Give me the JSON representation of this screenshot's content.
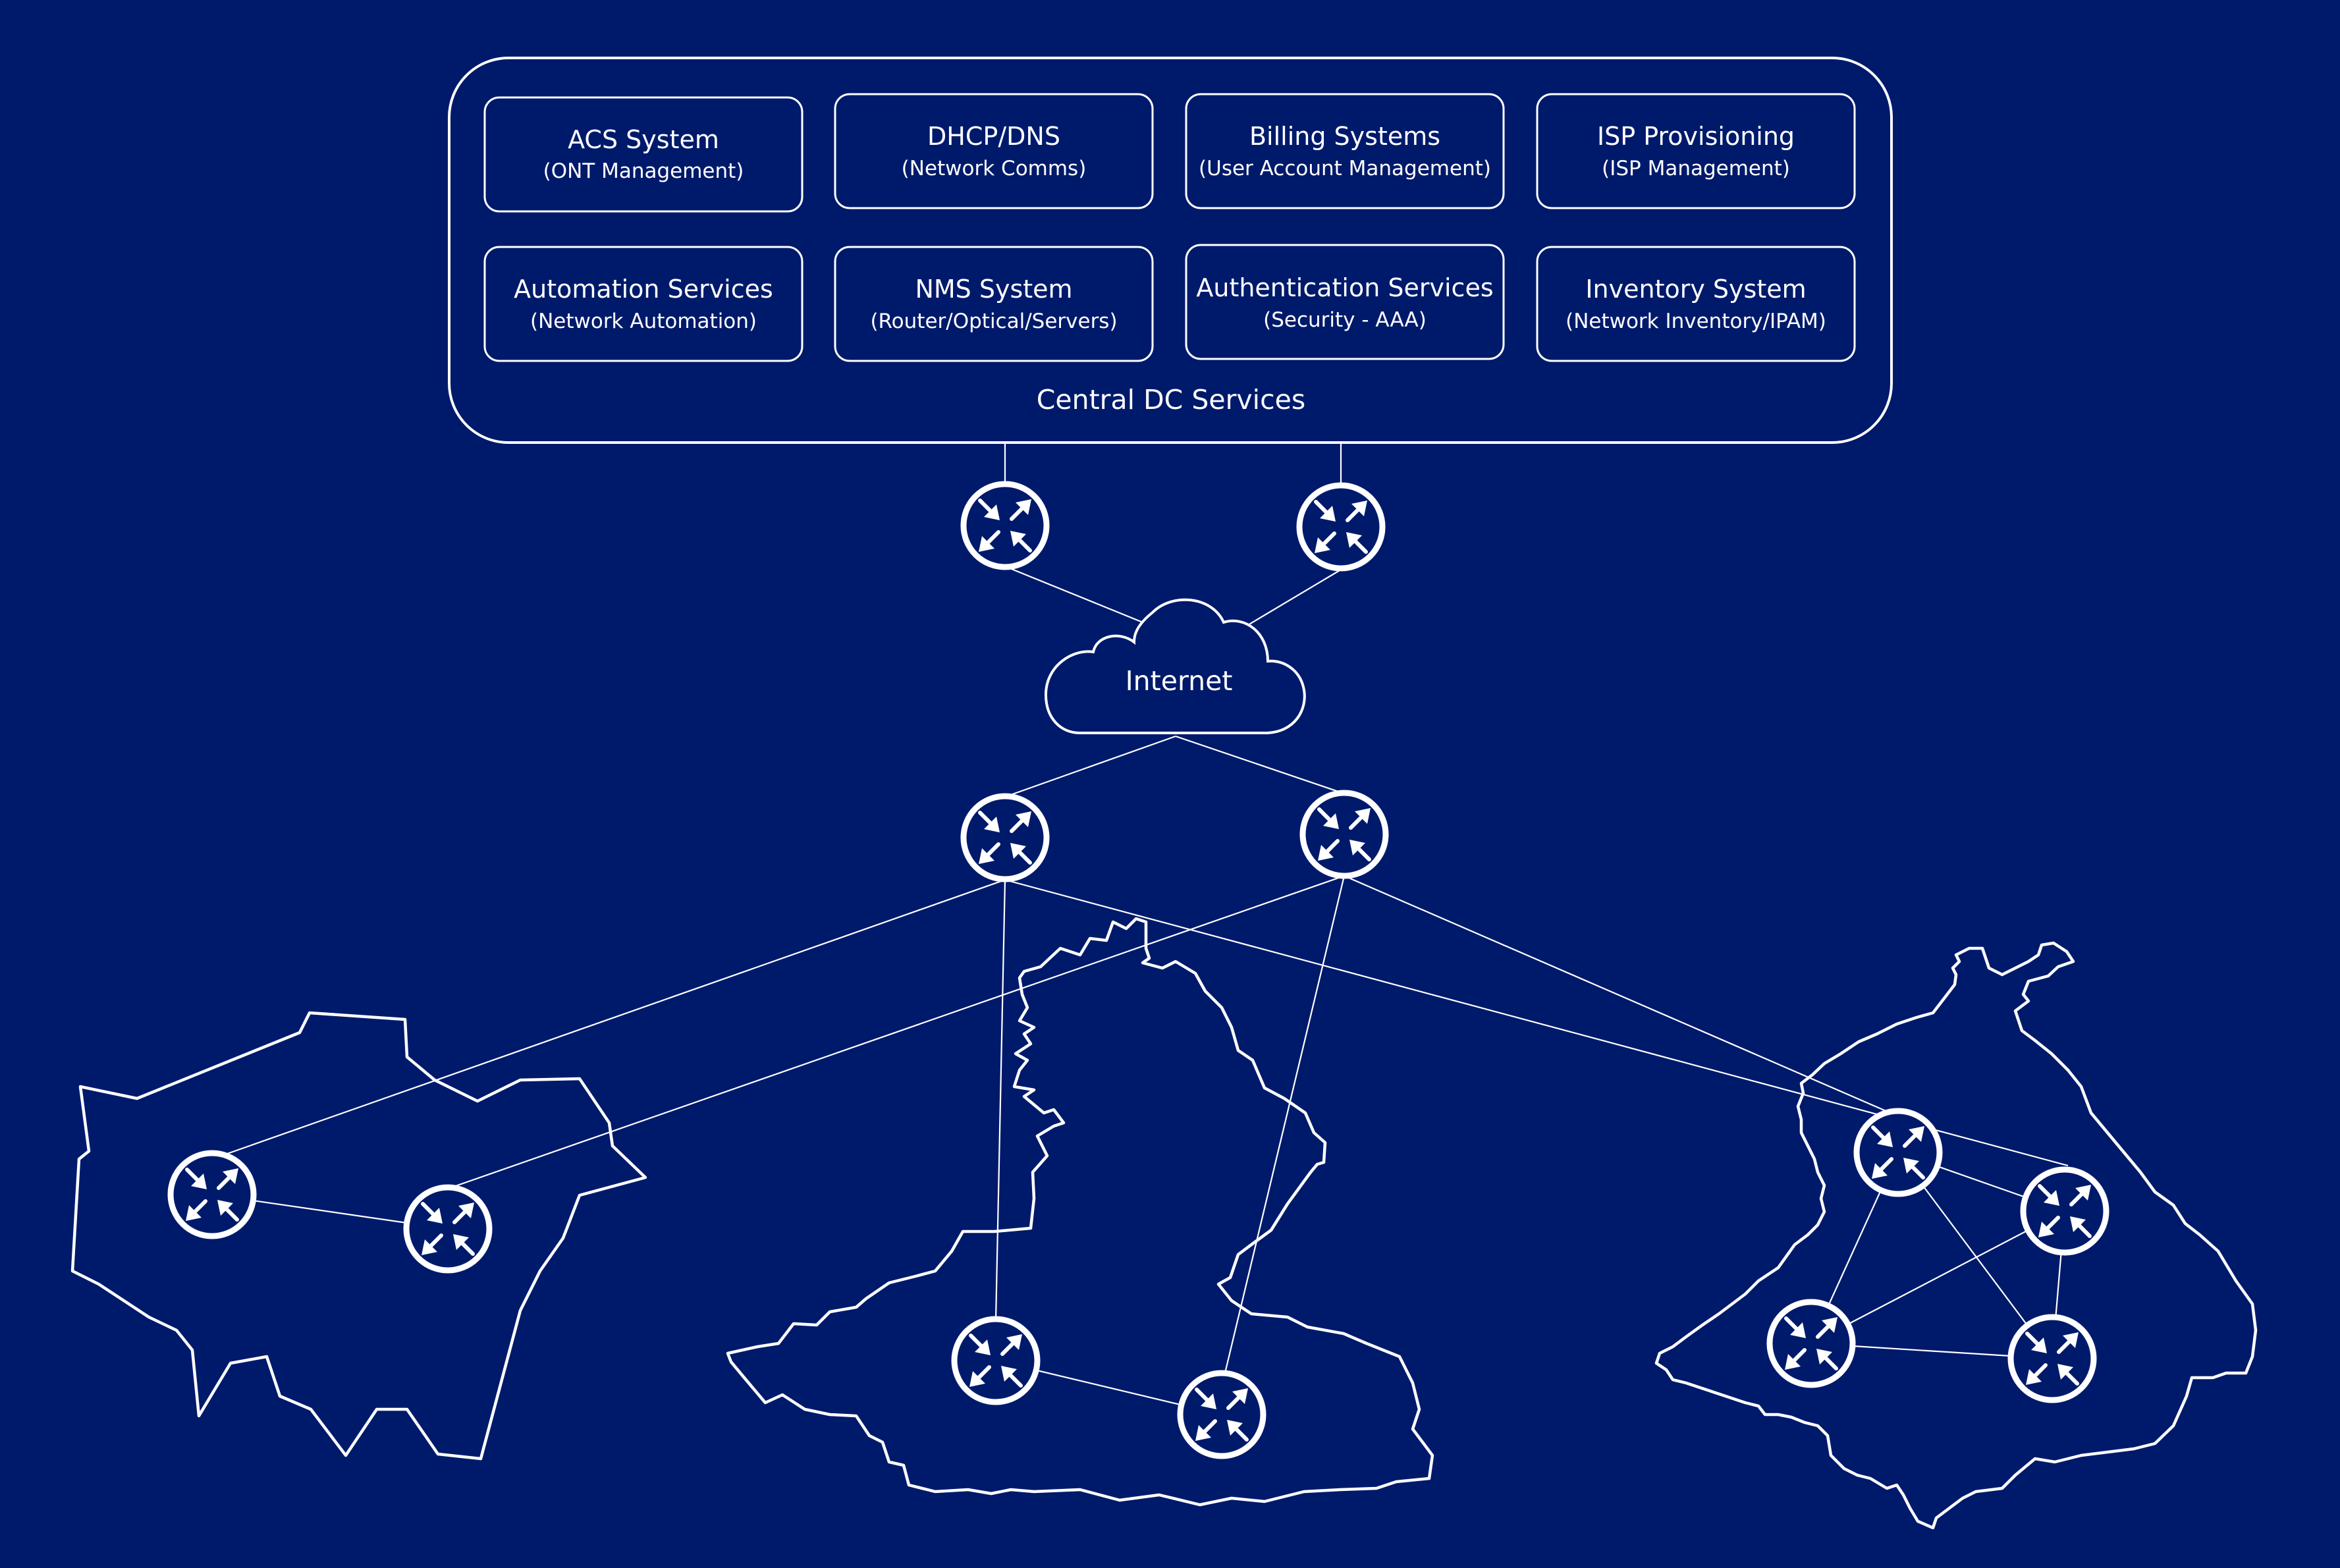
{
  "colors": {
    "background": "#001a6b",
    "foreground": "#ffffff"
  },
  "central_dc": {
    "label": "Central DC Services",
    "services": [
      {
        "title": "ACS System",
        "subtitle": "(ONT Management)"
      },
      {
        "title": "DHCP/DNS",
        "subtitle": "(Network Comms)"
      },
      {
        "title": "Billing Systems",
        "subtitle": "(User Account Management)"
      },
      {
        "title": "ISP Provisioning",
        "subtitle": "(ISP Management)"
      },
      {
        "title": "Automation Services",
        "subtitle": "(Network  Automation)"
      },
      {
        "title": "NMS System",
        "subtitle": "(Router/Optical/Servers)"
      },
      {
        "title": "Authentication Services",
        "subtitle": "(Security - AAA)"
      },
      {
        "title": "Inventory System",
        "subtitle": "(Network Inventory/IPAM)"
      }
    ]
  },
  "cloud": {
    "label": "Internet"
  },
  "icons": {
    "router": "router-icon",
    "cloud": "cloud-icon"
  }
}
